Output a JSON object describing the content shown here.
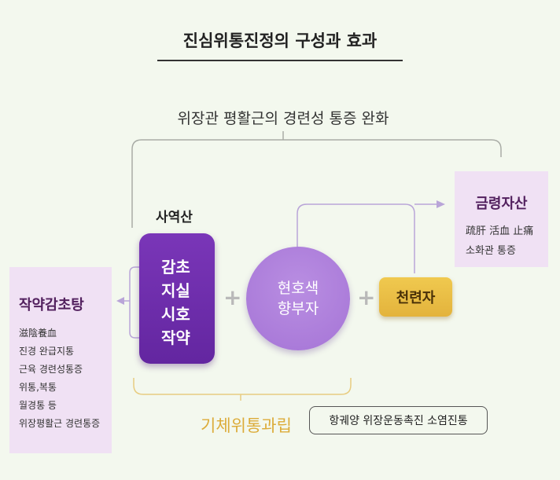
{
  "title": "진심위통진정의 구성과 효과",
  "subtitle": "위장관 평활근의 경련성 통증 완화",
  "left_group": {
    "label": "사역산",
    "herbs": [
      "감초",
      "지실",
      "시호",
      "작약"
    ]
  },
  "circle": {
    "lines": [
      "현호색",
      "향부자"
    ]
  },
  "yellow": {
    "label": "천련자"
  },
  "plus": "+",
  "right_box": {
    "title": "금령자산",
    "lines": [
      "疏肝 活血 止痛",
      "소화관 통증"
    ]
  },
  "left_box": {
    "title": "작약감초탕",
    "lines": [
      "滋陰養血",
      "진경 완급지통",
      "근육 경련성통증",
      "위통,복통",
      "월경통 등",
      "위장평활근 경련통증"
    ]
  },
  "product": "기체위통과립",
  "effect": "항궤양 위장운동촉진 소염진통",
  "colors": {
    "purple": "#6a2aa8",
    "lavender": "#b184dc",
    "yellow": "#e9bd45",
    "box_bg": "#f0e1f4",
    "gold_text": "#dcac3a"
  }
}
